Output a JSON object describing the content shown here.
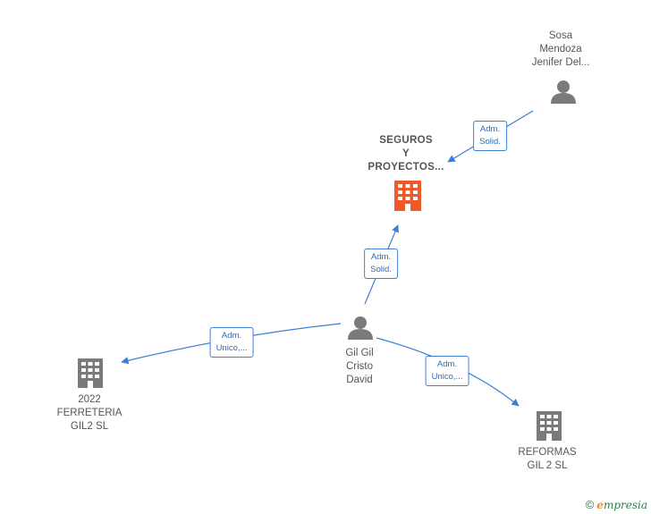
{
  "colors": {
    "edge": "#3b7fd4",
    "person_icon": "#7a7a7a",
    "company_icon": "#7a7a7a",
    "main_company_icon": "#f05a28"
  },
  "nodes": {
    "sosa": {
      "lines": [
        "Sosa",
        "Mendoza",
        "Jenifer Del..."
      ],
      "icon": "person-icon"
    },
    "seguros": {
      "lines": [
        "SEGUROS",
        "Y",
        "PROYECTOS..."
      ],
      "icon": "building-icon"
    },
    "gil": {
      "lines": [
        "Gil Gil",
        "Cristo",
        "David"
      ],
      "icon": "person-icon"
    },
    "ferreteria": {
      "lines": [
        "2022",
        "FERRETERIA",
        "GIL2  SL"
      ],
      "icon": "building-icon"
    },
    "reformas": {
      "lines": [
        "REFORMAS",
        "GIL 2  SL"
      ],
      "icon": "building-icon"
    }
  },
  "edges": {
    "sosa_seguros": {
      "lines": [
        "Adm.",
        "Solid."
      ]
    },
    "gil_seguros": {
      "lines": [
        "Adm.",
        "Solid."
      ]
    },
    "gil_ferreteria": {
      "lines": [
        "Adm.",
        "Unico,..."
      ]
    },
    "gil_reformas": {
      "lines": [
        "Adm.",
        "Unico,..."
      ]
    }
  },
  "watermark": {
    "copyright_symbol": "©",
    "brand_initial": "e",
    "brand_rest": "mpresia"
  }
}
